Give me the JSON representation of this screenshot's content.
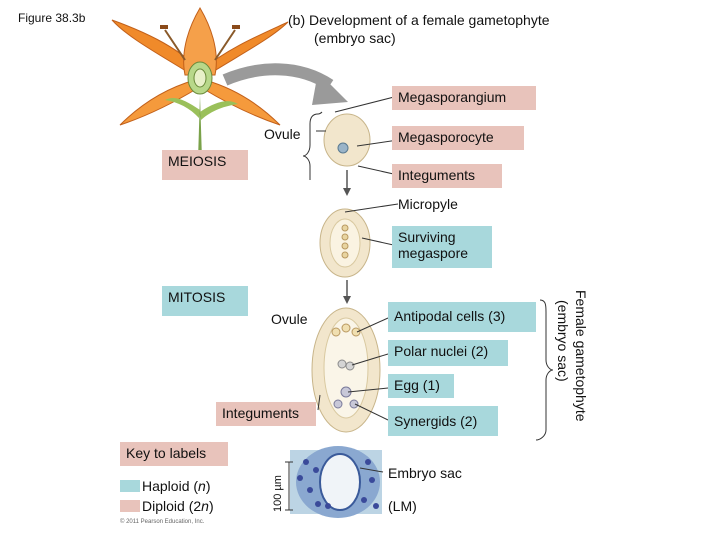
{
  "figure_label": "Figure 38.3b",
  "title": {
    "part": "(b)",
    "line1": "Development of a female gametophyte",
    "line2": "(embryo sac)"
  },
  "labels": {
    "megasporangium": "Megasporangium",
    "ovule_top": "Ovule",
    "megasporocyte": "Megasporocyte",
    "meiosis": "MEIOSIS",
    "integuments_top": "Integuments",
    "micropyle": "Micropyle",
    "surviving_line1": "Surviving",
    "surviving_line2": "megaspore",
    "mitosis": "MITOSIS",
    "ovule_bottom": "Ovule",
    "antipodal": "Antipodal cells (3)",
    "polar": "Polar nuclei (2)",
    "egg": "Egg (1)",
    "integuments_bottom": "Integuments",
    "synergids": "Synergids (2)",
    "female_line1": "Female gametophyte",
    "female_line2": "(embryo sac)",
    "embryo_sac": "Embryo sac",
    "lm": "(LM)",
    "scale": "100 µm"
  },
  "key": {
    "title": "Key to labels",
    "haploid_text": "Haploid (",
    "haploid_var": "n",
    "diploid_text": "Diploid (2",
    "diploid_var": "n",
    "close": ")"
  },
  "copyright": "© 2011 Pearson Education, Inc.",
  "colors": {
    "pink": "#e8c3bb",
    "teal": "#a8d8dc",
    "flower": "#f08a2a",
    "arrow": "#9a9a9a"
  }
}
